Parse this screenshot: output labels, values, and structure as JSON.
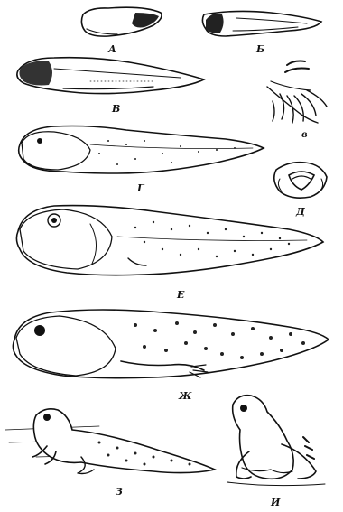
{
  "figure": {
    "stages": [
      {
        "id": "A",
        "label": "А"
      },
      {
        "id": "B",
        "label": "Б"
      },
      {
        "id": "V",
        "label": "В"
      },
      {
        "id": "v_small",
        "label": "в"
      },
      {
        "id": "G",
        "label": "Г"
      },
      {
        "id": "D",
        "label": "Д"
      },
      {
        "id": "E",
        "label": "Е"
      },
      {
        "id": "Zh",
        "label": "Ж"
      },
      {
        "id": "Z",
        "label": "З"
      },
      {
        "id": "I",
        "label": "И"
      }
    ]
  }
}
